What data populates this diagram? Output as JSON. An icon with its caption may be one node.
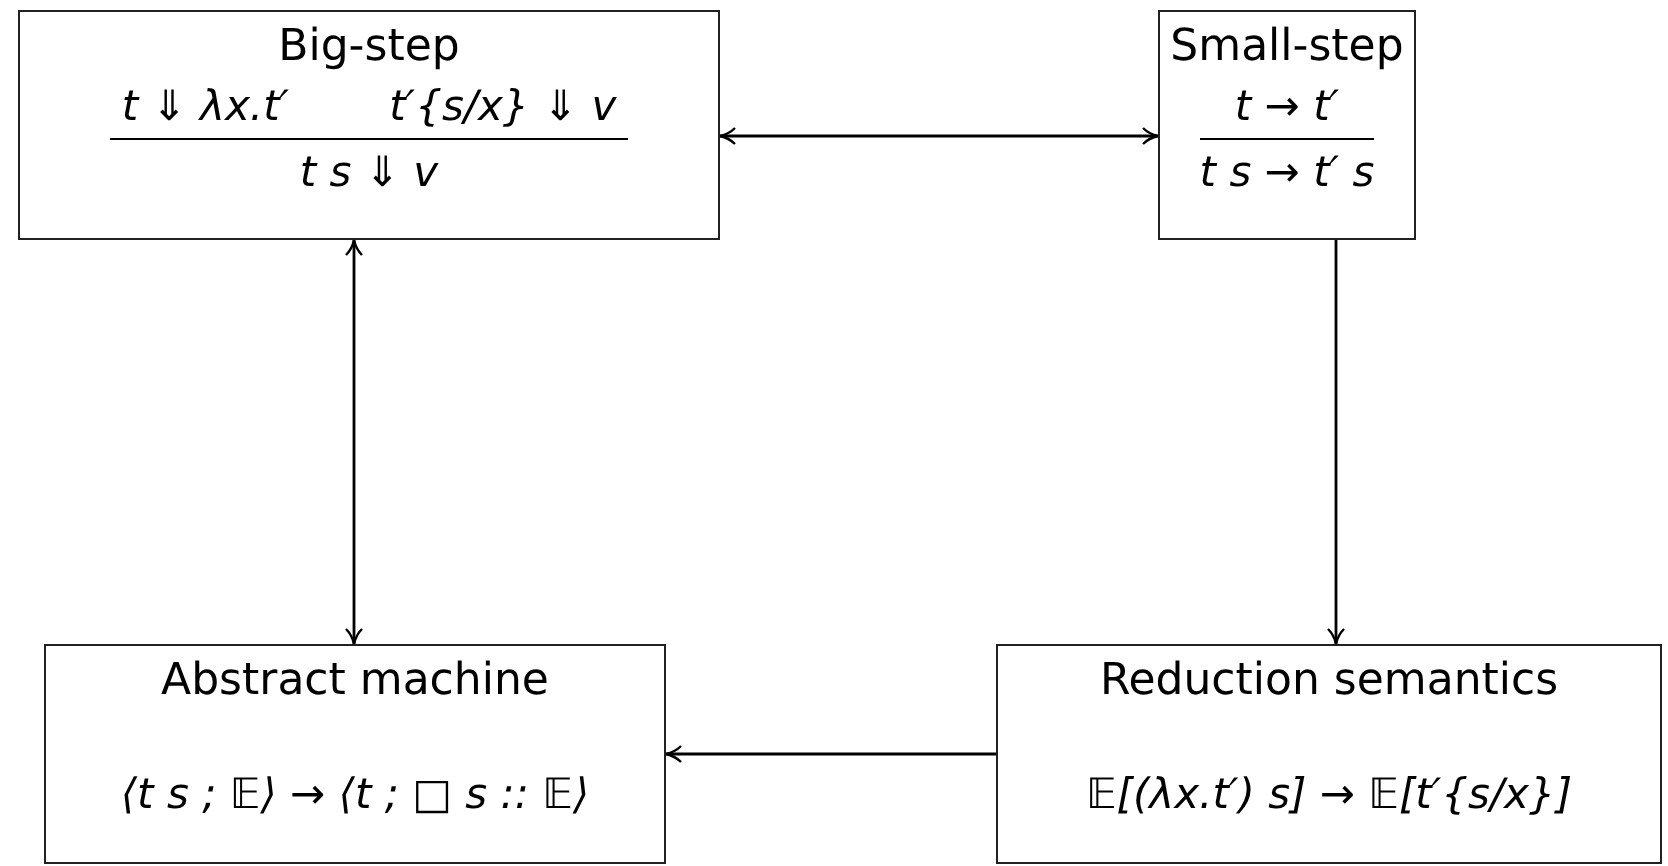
{
  "diagram": {
    "nodes": [
      {
        "text": [
          "Big-step",
          "t ⇓ λx.t′",
          "t′{s/x} ⇓ v",
          "t s ⇓ v"
        ]
      },
      {
        "text": [
          "Small-step",
          "t → t′",
          "t s → t′ s"
        ]
      },
      {
        "text": [
          "Abstract machine",
          "⟨t s ; 𝔼⟩ → ⟨t ; □ s :: 𝔼⟩"
        ]
      },
      {
        "text": [
          "Reduction semantics",
          "𝔼[(λx.t′) s] → 𝔼[t′{s/x}]"
        ]
      }
    ],
    "edges": [
      {
        "from": 0,
        "to": 1,
        "arrow": "both"
      },
      {
        "from": 0,
        "to": 2,
        "arrow": "both"
      },
      {
        "from": 1,
        "to": 3,
        "arrow": "to"
      },
      {
        "from": 3,
        "to": 2,
        "arrow": "to"
      }
    ]
  }
}
